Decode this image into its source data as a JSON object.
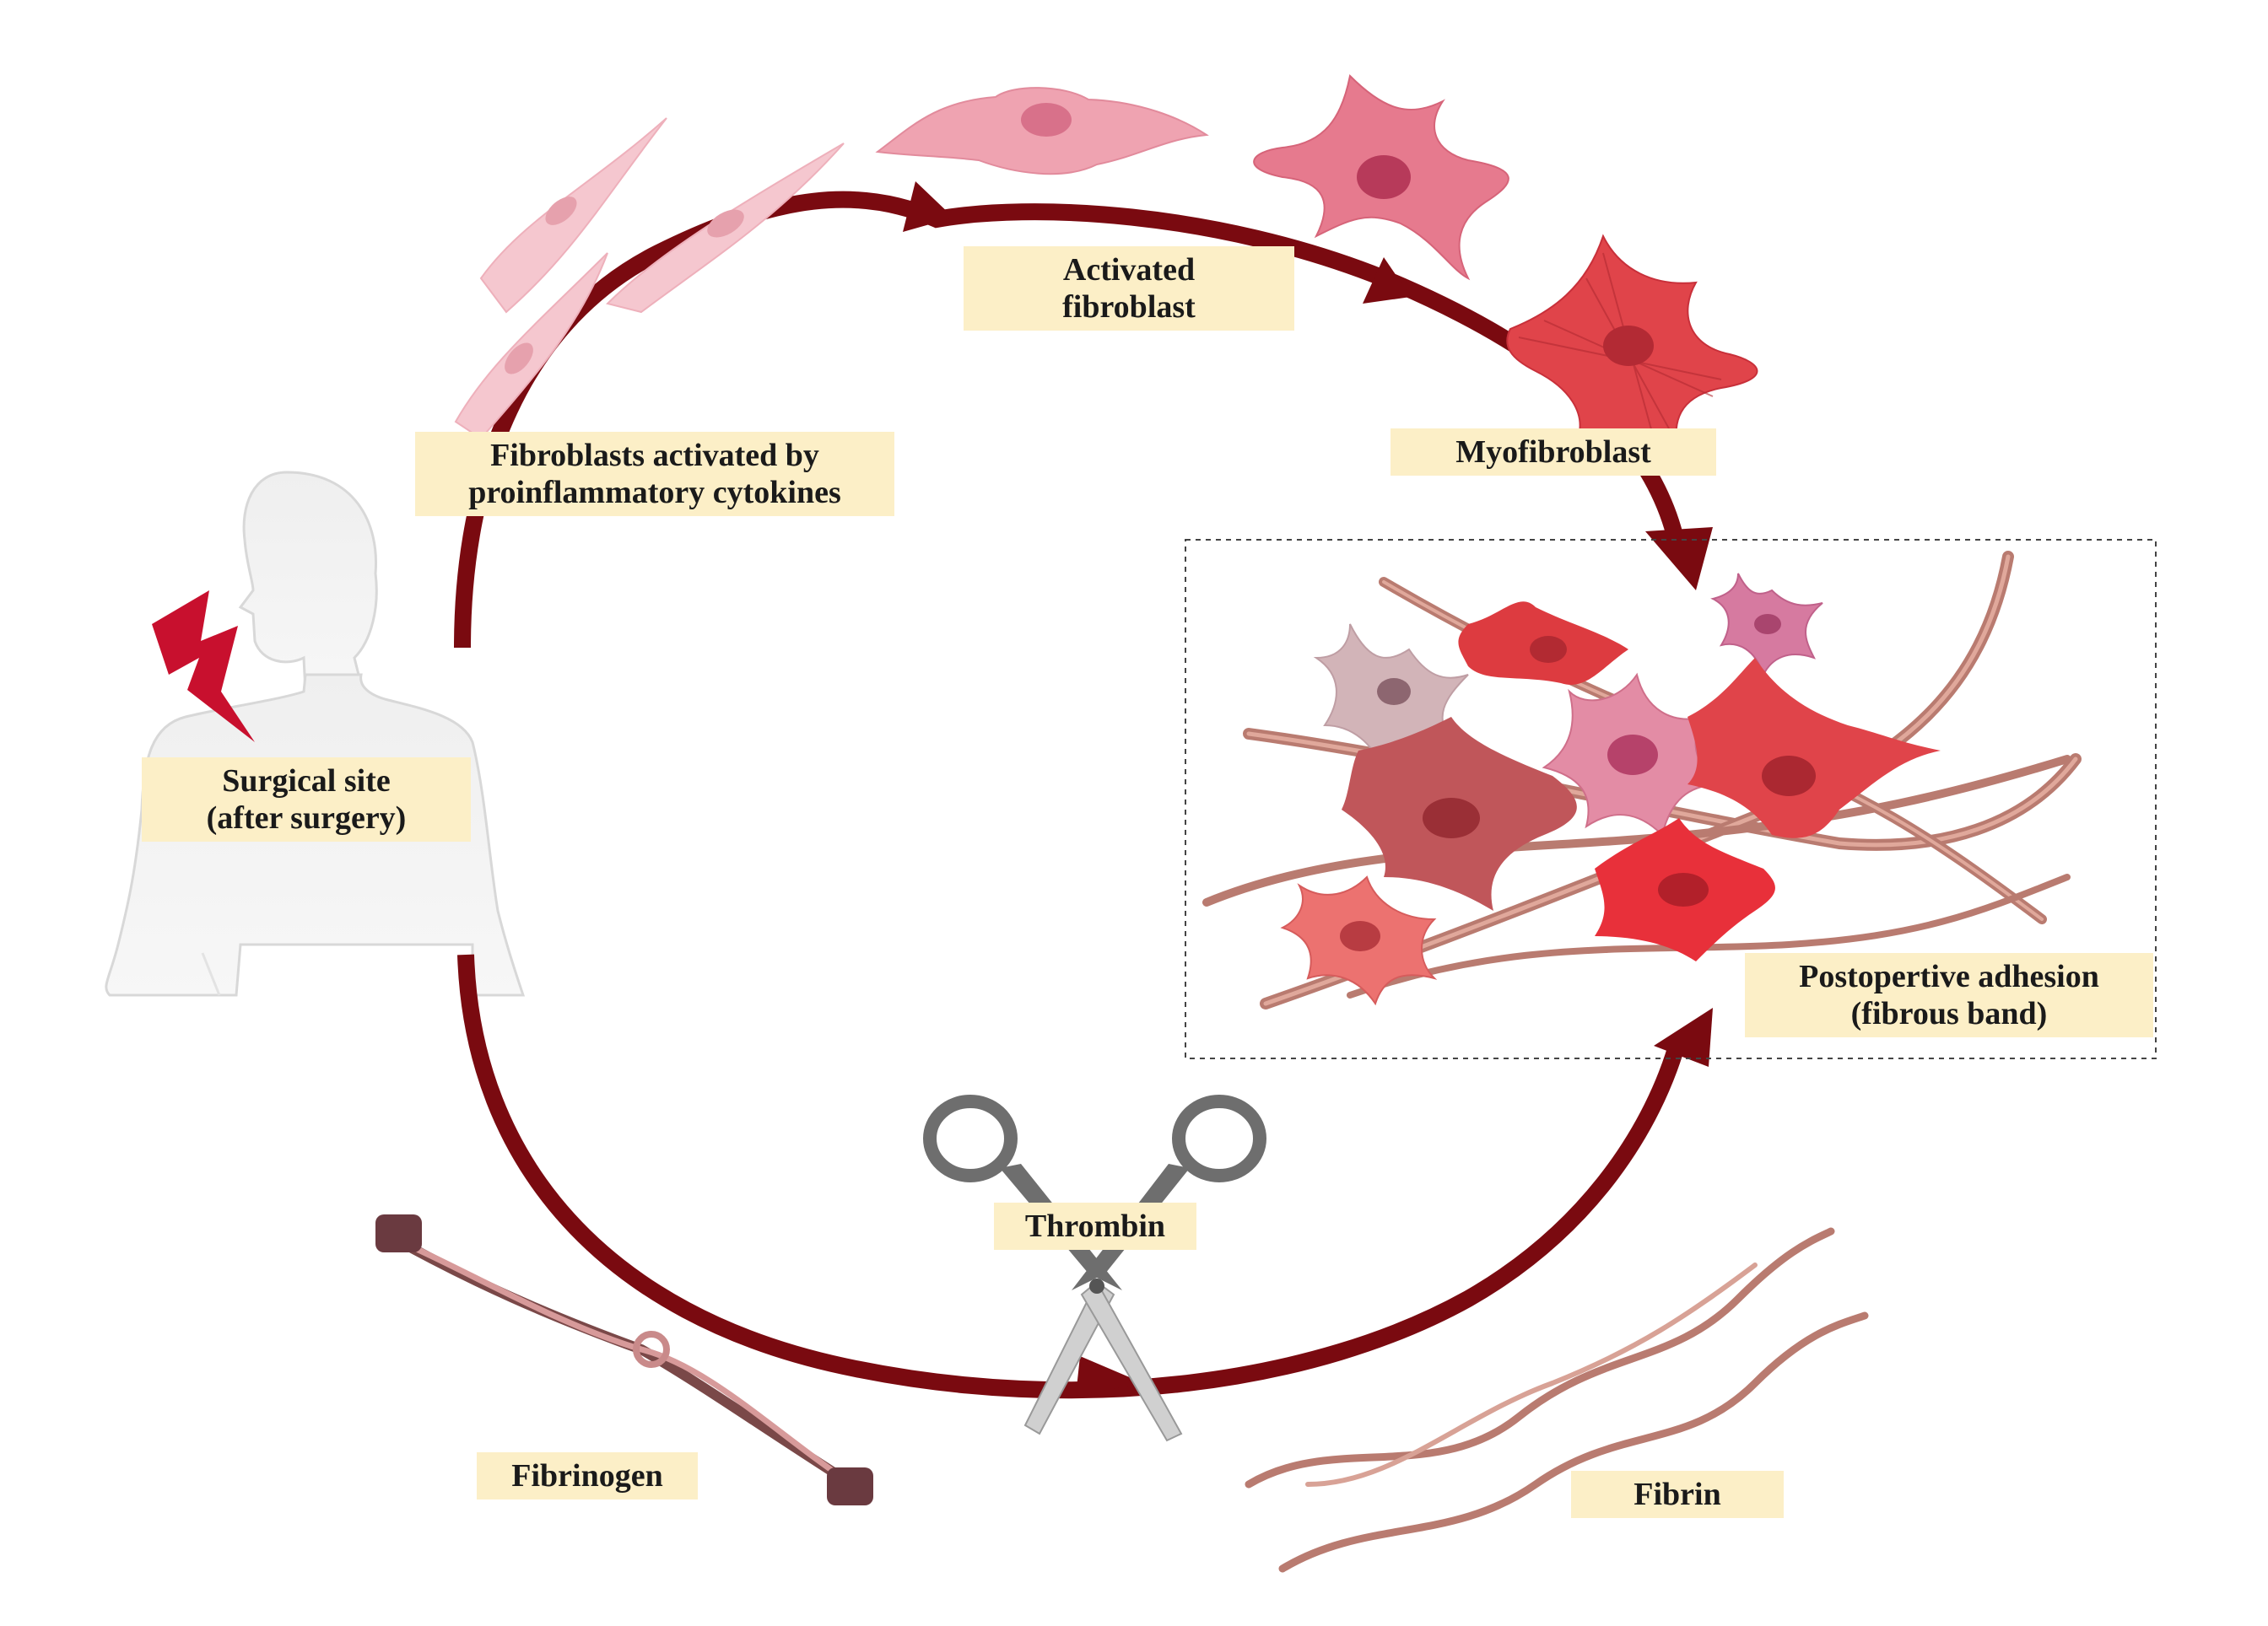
{
  "labels": {
    "fibroblasts_activated": [
      "Fibroblasts activated by",
      "proinflammatory cytokines"
    ],
    "activated_fibroblast": [
      "Activated",
      "fibroblast"
    ],
    "myofibroblast": "Myofibroblast",
    "surgical_site": [
      "Surgical site",
      "(after surgery)"
    ],
    "postoperative_adhesion": [
      "Postopertive adhesion",
      "(fibrous band)"
    ],
    "thrombin": "Thrombin",
    "fibrinogen": "Fibrinogen",
    "fibrin": "Fibrin"
  },
  "colors": {
    "arrow": "#7a0a10",
    "label_bg": "#fcefc7",
    "lightning": "#c8102e",
    "body": "#ececec",
    "fibroblast_light": "#f2bfc8",
    "fibroblast_mid": "#e98fa0",
    "myofibroblast": "#e0444a",
    "scissors": "#6e6e6e"
  },
  "icons": [
    "human-body-icon",
    "lightning-icon",
    "scissors-icon",
    "fibrinogen-icon",
    "fibrin-icon",
    "fibroblast-cell-icon",
    "myofibroblast-cell-icon"
  ]
}
